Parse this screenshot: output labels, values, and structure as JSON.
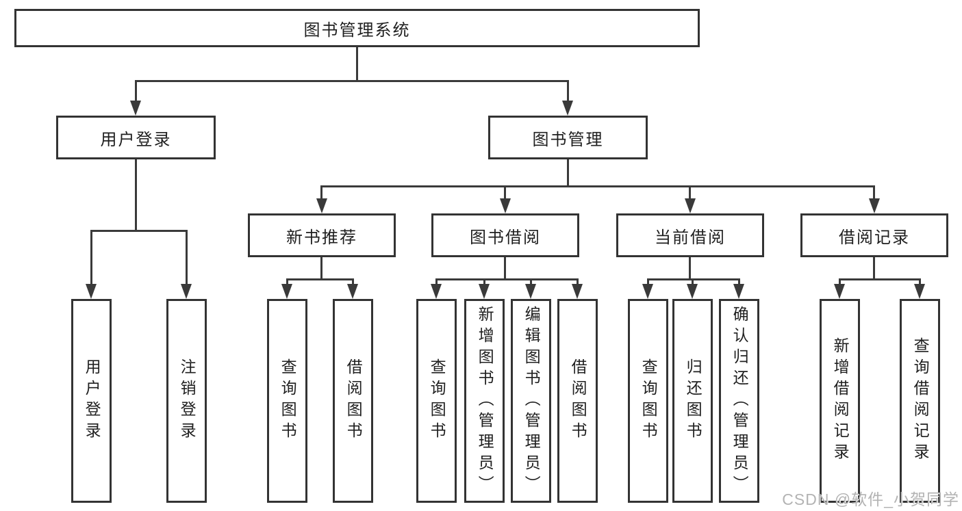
{
  "colors": {
    "box_border": "#333333",
    "connector_line": "#3a3a3a",
    "text": "#1f1f1f",
    "watermark": "#b3b3b3",
    "background": "#ffffff"
  },
  "watermark": "CSDN @软件_小贺同学",
  "nodes": {
    "root": "图书管理系统",
    "user_login": "用户登录",
    "book_management": "图书管理",
    "new_book_recommend": "新书推荐",
    "book_borrowing": "图书借阅",
    "current_borrowing": "当前借阅",
    "borrowing_records": "借阅记录",
    "leaf_user_login": "用户登录",
    "leaf_logout": "注销登录",
    "nbr_query_books": "查询图书",
    "nbr_borrow_books": "借阅图书",
    "bb_query_books": "查询图书",
    "bb_add_books_admin": "新增图书（管理员）",
    "bb_edit_books_admin": "编辑图书（管理员）",
    "bb_borrow_books": "借阅图书",
    "cb_query_books": "查询图书",
    "cb_return_books": "归还图书",
    "cb_confirm_return_admin": "确认归还（管理员）",
    "br_add_record": "新增借阅记录",
    "br_query_record": "查询借阅记录"
  },
  "hierarchy": {
    "图书管理系统": {
      "用户登录": [
        "用户登录",
        "注销登录"
      ],
      "图书管理": {
        "新书推荐": [
          "查询图书",
          "借阅图书"
        ],
        "图书借阅": [
          "查询图书",
          "新增图书（管理员）",
          "编辑图书（管理员）",
          "借阅图书"
        ],
        "当前借阅": [
          "查询图书",
          "归还图书",
          "确认归还（管理员）"
        ],
        "借阅记录": [
          "新增借阅记录",
          "查询借阅记录"
        ]
      }
    }
  }
}
